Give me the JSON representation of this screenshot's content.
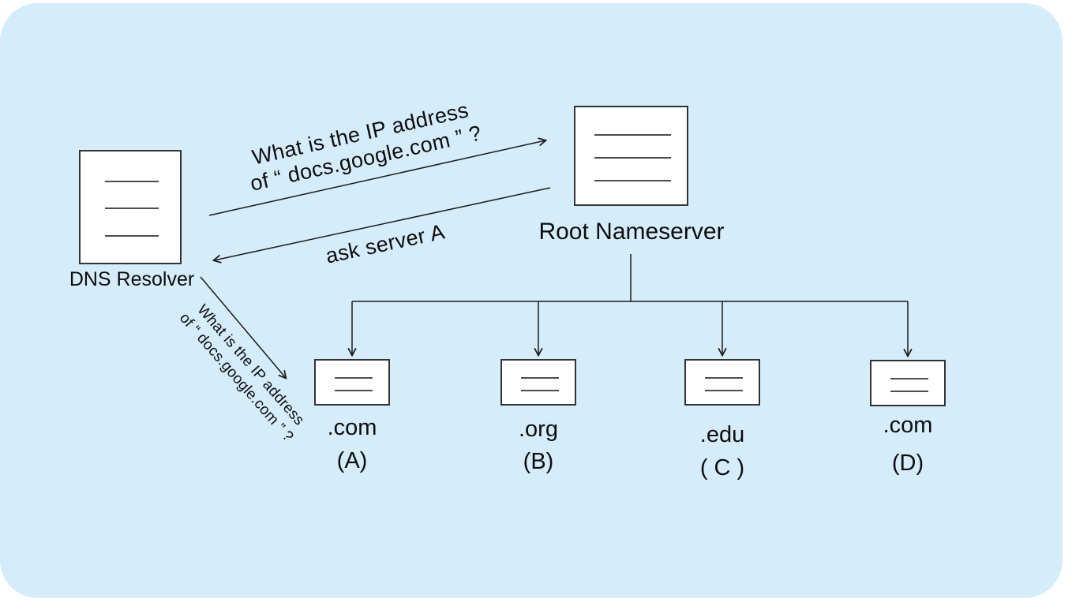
{
  "diagram": {
    "title_hint": "DNS resolution diagram",
    "colors": {
      "background": "#d5ecfb",
      "node_fill": "#ffffff",
      "stroke": "#1a1a1a"
    },
    "dns_resolver": {
      "label": "DNS Resolver"
    },
    "root_nameserver": {
      "label": "Root Nameserver"
    },
    "query_to_root": {
      "line1": "What is the IP address",
      "line2": "of “ docs.google.com ” ?"
    },
    "response_from_root": {
      "label": "ask server A"
    },
    "query_to_tld": {
      "line1": "What is the IP address",
      "line2": "of “ docs.google.com ” ?"
    },
    "tld_servers": [
      {
        "tld": ".com",
        "option": "(A)"
      },
      {
        "tld": ".org",
        "option": "(B)"
      },
      {
        "tld": ".edu",
        "option": "( C )"
      },
      {
        "tld": ".com",
        "option": "(D)"
      }
    ]
  }
}
